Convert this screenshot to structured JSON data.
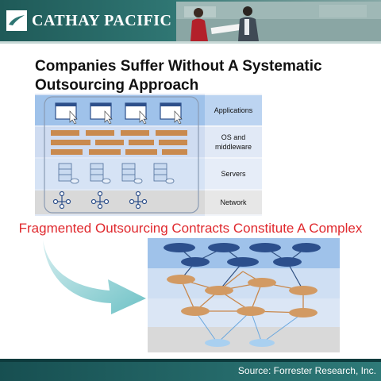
{
  "header": {
    "brand_name": "CATHAY PACIFIC",
    "logo_icon": "brushwing-logo-icon",
    "colors": {
      "band": "#2f7673",
      "accent_red": "#e0292e"
    }
  },
  "slide": {
    "title_line1": "Companies Suffer Without A Systematic",
    "title_line2": "Outsourcing Approach",
    "subtitle": "Fragmented Outsourcing Contracts Constitute A Complex Puzzle",
    "source": "Source: Forrester Research, Inc."
  },
  "layers": {
    "applications": "Applications",
    "os_line1": "OS and",
    "os_line2": "middleware",
    "servers": "Servers",
    "network": "Network"
  }
}
